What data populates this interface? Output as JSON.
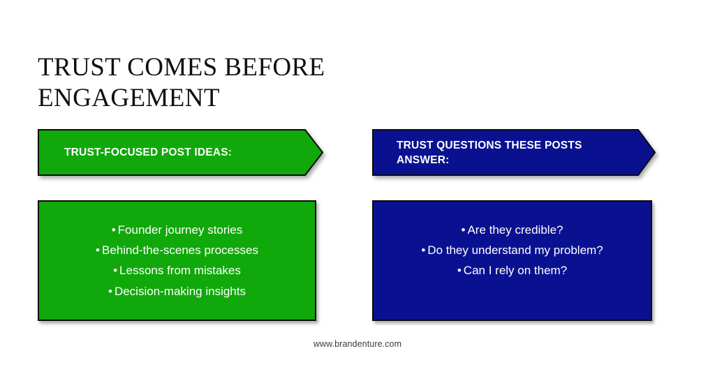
{
  "slide": {
    "title": "Trust comes before engagement",
    "background_color": "#ffffff",
    "footer_url": "www.brandenture.com"
  },
  "columns": [
    {
      "id": "trust-focused-post-ideas",
      "accent_color": "#11a80b",
      "banner_label": "Trust-focused post ideas:",
      "bullet_char": "•",
      "items": [
        "Founder journey stories",
        "Behind-the-scenes processes",
        "Lessons from mistakes",
        "Decision-making insights"
      ]
    },
    {
      "id": "trust-questions-these-posts-answer",
      "accent_color": "#0a1191",
      "banner_label": "Trust questions these posts answer:",
      "bullet_char": "•",
      "items": [
        "Are they credible?",
        "Do they understand my problem?",
        "Can I rely on them?"
      ]
    }
  ]
}
